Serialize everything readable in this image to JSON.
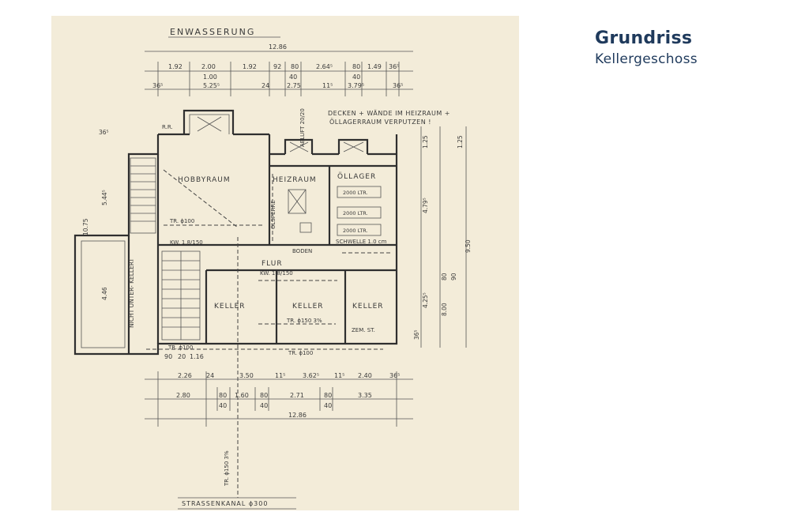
{
  "caption": {
    "title": "Grundriss",
    "subtitle": "Kellergeschoss"
  },
  "colors": {
    "accent": "#1f3a5c",
    "paper": "#f3ecd9",
    "ink": "#2f2f2f"
  },
  "drawing": {
    "heading": "ENWASSERUNG",
    "note_line1": "DECKEN + WÄNDE IM HEIZRAUM +",
    "note_line2": "ÖLLAGERRAUM VERPUTZEN !",
    "top_dims": {
      "overall": "12.86",
      "row1": [
        "1.92",
        "2.00",
        "1.92",
        "92",
        "80",
        "2.64⁵",
        "80",
        "1.49",
        "36⁵"
      ],
      "row1b": [
        "1.00",
        "40",
        "40"
      ],
      "row2": [
        "36⁵",
        "5.25⁵",
        "24",
        "2.75",
        "11⁵",
        "3.79⁵",
        "36⁵"
      ]
    },
    "bottom_dims": {
      "row0": [
        "90",
        "20",
        "1.16"
      ],
      "row1": [
        "2.26",
        "24",
        "3.50",
        "11⁵",
        "3.62⁵",
        "11⁵",
        "2.40",
        "36⁵"
      ],
      "row2": [
        "2.80",
        "80",
        "1.60",
        "80",
        "2.71",
        "80",
        "3.35"
      ],
      "row2b": [
        "40",
        "40",
        "40"
      ],
      "overall": "12.86"
    },
    "right_dims": [
      "1.25",
      "1.25",
      "4.79⁵",
      "9.50",
      "80",
      "90",
      "4.25⁵",
      "8.00",
      "36⁵"
    ],
    "left_dims": [
      "36⁵",
      "5.44⁵",
      "10.75",
      "4.46"
    ],
    "rooms": {
      "hobby": "HOBBYRAUM",
      "heiz": "HEIZRAUM",
      "oel": "ÖLLAGER",
      "flur": "FLUR",
      "keller1": "KELLER",
      "keller2": "KELLER",
      "keller3": "KELLER",
      "nicht": "NICHT UNTER-\nKELLERT"
    },
    "tanks": [
      "2000 LTR.",
      "2000 LTR.",
      "2000 LTR."
    ],
    "labels": {
      "tr100_hobby": "TR. ϕ100",
      "kw_150": "KW. 1.8/150",
      "tr100_bottom": "TR. ϕ100",
      "tr100_left": "TR. ϕ100",
      "tr150": "TR. ϕ150 3%",
      "tr150_street": "TR. ϕ150 3%",
      "strassenkanal": "STRASSENKANAL ϕ300",
      "schwelle": "SCHWELLE 1.0 cm",
      "boden": "BODEN",
      "zem_st": "ZEM. ST.",
      "kw_flur": "KW. 1.8/150",
      "rr": "R.R.",
      "olsperre": "ÖLSPERRE",
      "abluft": "ABLUFT 20/20"
    }
  }
}
